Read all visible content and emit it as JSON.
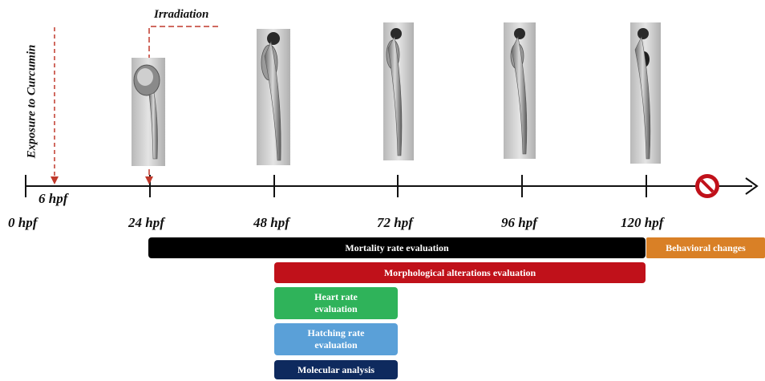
{
  "annotations": {
    "exposure": "Exposure to Curcumin",
    "irradiation": "Irradiation",
    "early_mark": "6 hpf"
  },
  "timeline": {
    "ticks": [
      "0 hpf",
      "24 hpf",
      "48 hpf",
      "72 hpf",
      "96 hpf",
      "120 hpf"
    ]
  },
  "bars": {
    "mortality": "Mortality rate evaluation",
    "behavioral": "Behavioral changes",
    "morphological": "Morphological alterations evaluation",
    "heart": "Heart rate evaluation",
    "hatching": "Hatching rate evaluation",
    "molecular": "Molecular analysis"
  },
  "colors": {
    "mortality": "#000000",
    "behavioral": "#d98026",
    "morphological": "#c0111a",
    "heart": "#2fb35a",
    "hatching": "#5aa0d8",
    "molecular": "#0e2a5e",
    "dashed": "#c0392b",
    "stop": "#c0111a"
  },
  "icons": {
    "stop": "no-entry-icon",
    "larvae": "zebrafish-larva-image"
  }
}
